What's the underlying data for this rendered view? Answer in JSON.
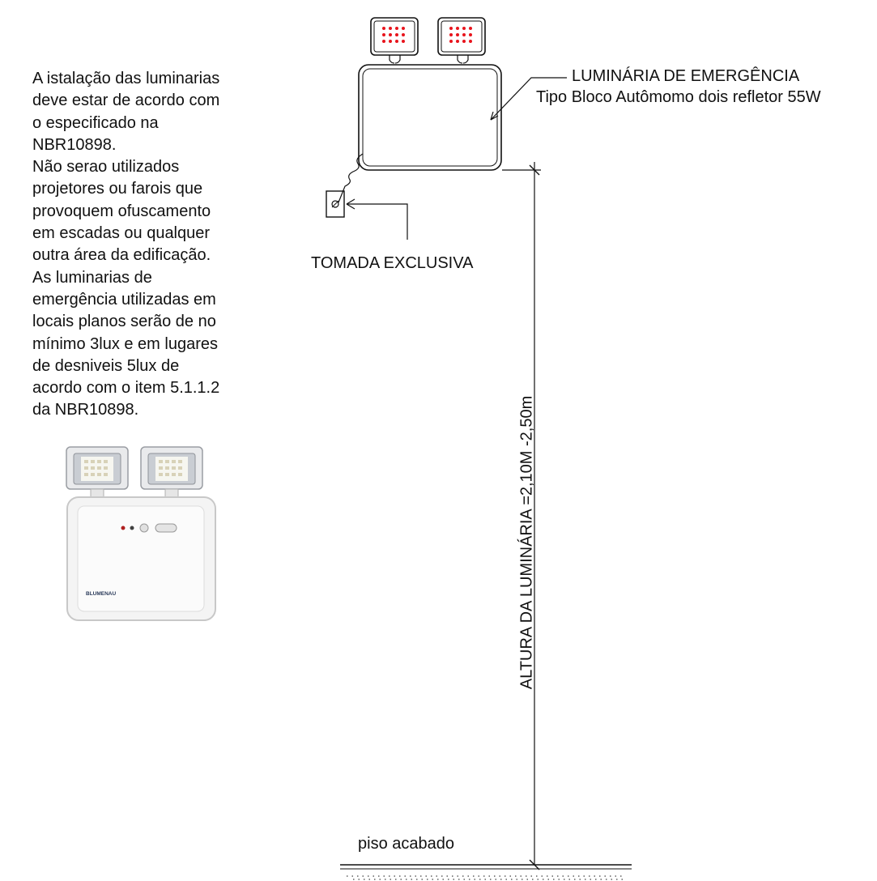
{
  "notes": [
    "A istalação das luminarias",
    "deve estar de acordo com",
    "o especificado na",
    "NBR10898.",
    "Não serao utilizados",
    "projetores ou farois que",
    "provoquem ofuscamento",
    "em escadas ou qualquer",
    "outra área da edificação.",
    "As luminarias de",
    "emergência utilizadas em",
    "locais planos serão de no",
    "mínimo 3lux e em lugares",
    "de desniveis 5lux de",
    "acordo com o item 5.1.1.2",
    "da NBR10898."
  ],
  "labels": {
    "luminaire_title": "LUMINÁRIA DE EMERGÊNCIA",
    "luminaire_subtitle": "Tipo Bloco Autômomo dois refletor 55W",
    "outlet": "TOMADA EXCLUSIVA",
    "height": "ALTURA DA LUMINÁRIA =2,10M -2,50m",
    "floor": "piso acabado"
  },
  "colors": {
    "line": "#111111",
    "led": "#e8141c",
    "product_body": "#f2f2f2"
  },
  "product_photo": {
    "brand": "BLUMENAU"
  }
}
